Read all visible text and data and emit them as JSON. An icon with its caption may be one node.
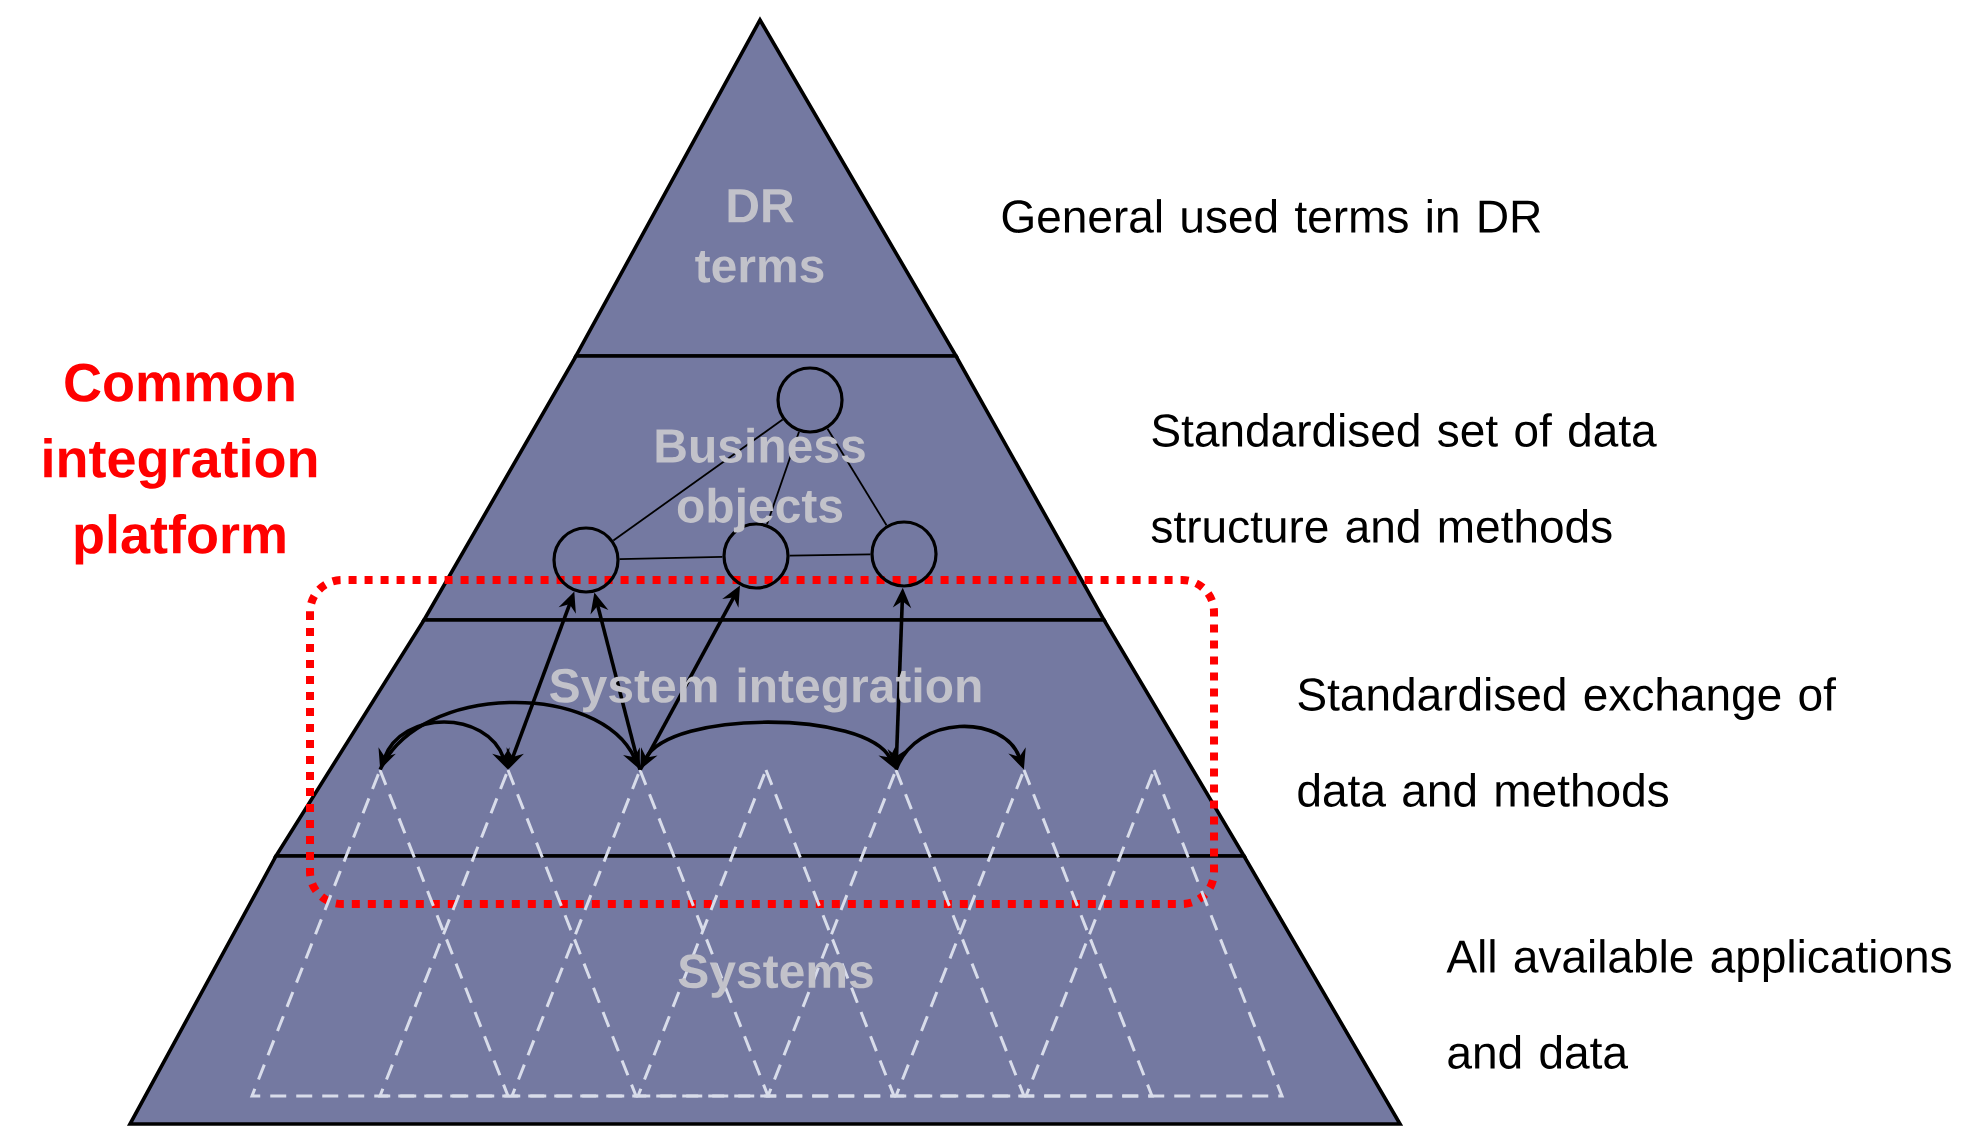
{
  "diagram": {
    "nodes": [
      {
        "text": [],
        "shape": "circle"
      },
      {
        "text": [],
        "shape": "circle"
      },
      {
        "text": [],
        "shape": "circle"
      },
      {
        "text": [],
        "shape": "circle"
      },
      {
        "text": [],
        "shape": "triangle"
      },
      {
        "text": [],
        "shape": "triangle"
      },
      {
        "text": [],
        "shape": "triangle"
      },
      {
        "text": [],
        "shape": "triangle"
      },
      {
        "text": [],
        "shape": "triangle"
      },
      {
        "text": [],
        "shape": "triangle"
      },
      {
        "text": [],
        "shape": "triangle"
      }
    ],
    "edges": [
      {
        "from": 0,
        "to": 1,
        "arrow": "none"
      },
      {
        "from": 0,
        "to": 2,
        "arrow": "none"
      },
      {
        "from": 0,
        "to": 3,
        "arrow": "none"
      },
      {
        "from": 1,
        "to": 2,
        "arrow": "none"
      },
      {
        "from": 2,
        "to": 3,
        "arrow": "none"
      },
      {
        "from": 5,
        "to": 1,
        "arrow": "both"
      },
      {
        "from": 6,
        "to": 1,
        "arrow": "to"
      },
      {
        "from": 6,
        "to": 2,
        "arrow": "to"
      },
      {
        "from": 8,
        "to": 3,
        "arrow": "both"
      },
      {
        "from": 4,
        "to": 5,
        "arrow": "both"
      },
      {
        "from": 4,
        "to": 6,
        "arrow": "to"
      },
      {
        "from": 6,
        "to": 8,
        "arrow": "both"
      },
      {
        "from": 8,
        "to": 9,
        "arrow": "to"
      }
    ],
    "labels": [
      "DR terms",
      "General used terms in DR",
      "Common integration platform",
      "Business objects",
      "Standardised set of data structure and methods",
      "System integration",
      "Standardised exchange of data and methods",
      "Systems",
      "All available applications and data"
    ]
  }
}
